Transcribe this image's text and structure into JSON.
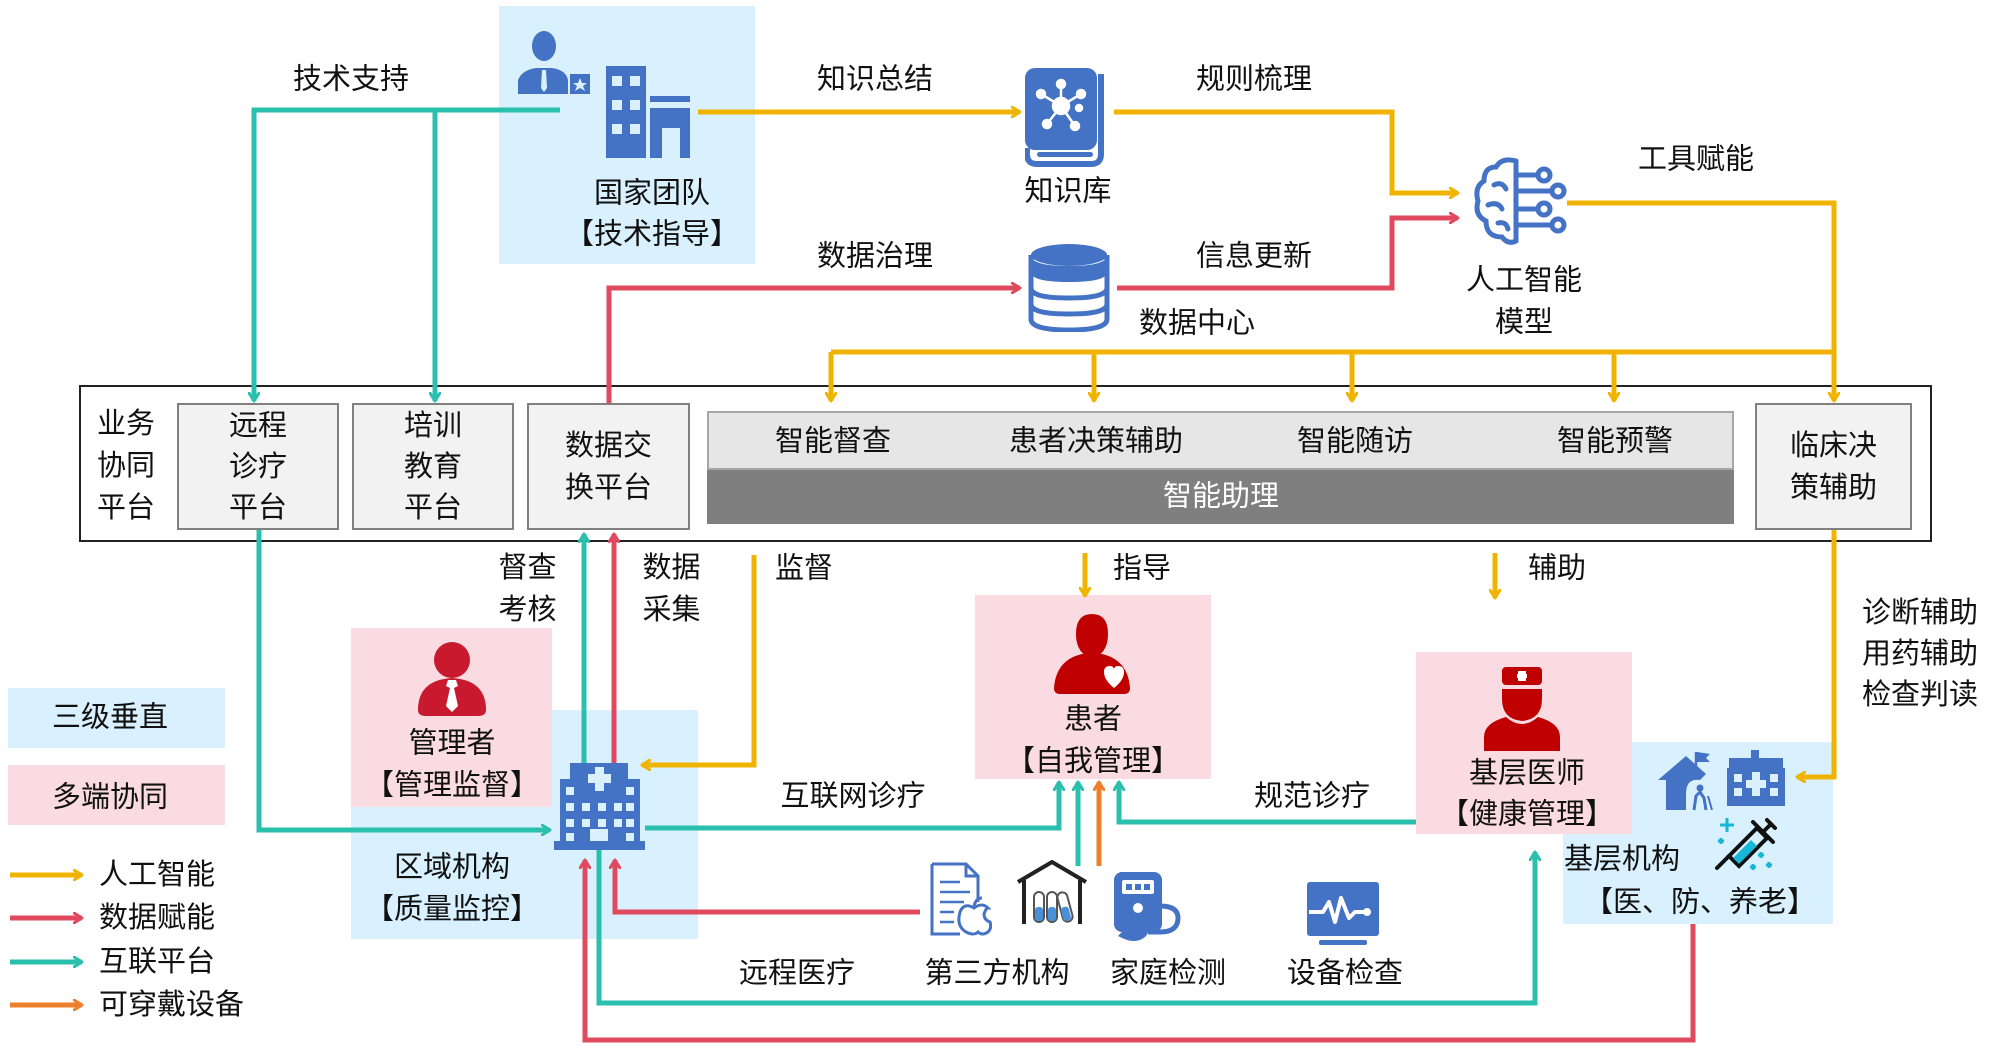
{
  "colors": {
    "ai": "#f0b400",
    "data": "#e04a5f",
    "platform": "#2bbfae",
    "wearable": "#ee7f2d",
    "icon_blue": "#4472c4",
    "icon_red": "#c00000",
    "three_level_bg": "#d9f1fe",
    "multi_end_bg": "#fadbe1"
  },
  "top": {
    "tech_support_label": "技术支持",
    "national_team": {
      "title": "国家团队",
      "role": "【技术指导】"
    },
    "knowledge_summary_label": "知识总结",
    "knowledge_base": {
      "title": "知识库"
    },
    "rule_sorting_label": "规则梳理",
    "data_governance_label": "数据治理",
    "data_center": {
      "title": "数据中心"
    },
    "info_update_label": "信息更新",
    "ai_model": {
      "line1": "人工智能",
      "line2": "模型"
    },
    "tool_empower_label": "工具赋能"
  },
  "platform_frame": {
    "title_lines": [
      "业务",
      "协同",
      "平台"
    ],
    "remote_platform": [
      "远程",
      "诊疗",
      "平台"
    ],
    "training_platform": [
      "培训",
      "教育",
      "平台"
    ],
    "exchange_platform": [
      "数据交",
      "换平台"
    ],
    "smart_items": [
      "智能督查",
      "患者决策辅助",
      "智能随访",
      "智能预警"
    ],
    "smart_assistant": "智能助理",
    "clinical_decision": [
      "临床决",
      "策辅助"
    ]
  },
  "middle": {
    "inspect_label": [
      "督查",
      "考核"
    ],
    "collect_label": [
      "数据",
      "采集"
    ],
    "supervise_label": "监督",
    "guide_label": "指导",
    "assist_label": "辅助",
    "clinical_outputs": [
      "诊断辅助",
      "用药辅助",
      "检查判读"
    ],
    "internet_diag_label": "互联网诊疗",
    "standard_diag_label": "规范诊疗"
  },
  "nodes": {
    "manager": {
      "title": "管理者",
      "role": "【管理监督】"
    },
    "regional": {
      "title": "区域机构",
      "role": "【质量监控】"
    },
    "patient": {
      "title": "患者",
      "role": "【自我管理】"
    },
    "doctor": {
      "title": "基层医师",
      "role": "【健康管理】"
    },
    "primary": {
      "title": "基层机构",
      "role": "【医、防、养老】"
    }
  },
  "bottom": {
    "remote_medical_label": "远程医疗",
    "third_party_label": "第三方机构",
    "home_test_label": "家庭检测",
    "device_check_label": "设备检查"
  },
  "legend": {
    "three_level": "三级垂直",
    "multi_end": "多端协同",
    "items": [
      {
        "label": "人工智能",
        "color": "#f0b400"
      },
      {
        "label": "数据赋能",
        "color": "#e04a5f"
      },
      {
        "label": "互联平台",
        "color": "#2bbfae"
      },
      {
        "label": "可穿戴设备",
        "color": "#ee7f2d"
      }
    ]
  }
}
